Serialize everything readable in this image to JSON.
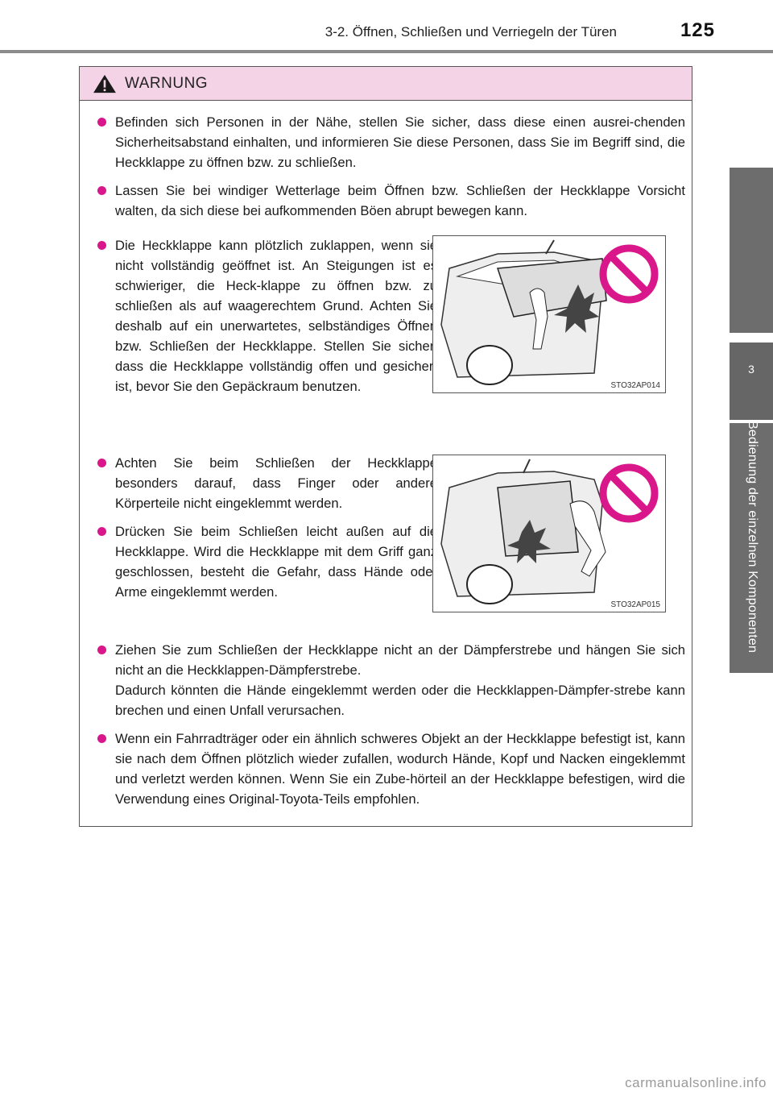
{
  "header": {
    "section_title": "3-2. Öffnen, Schließen und Verriegeln der Türen",
    "page_number": "125"
  },
  "side_tab": {
    "chapter_number": "3",
    "chapter_label": "Bedienung der einzelnen Komponenten"
  },
  "warning": {
    "title": "WARNUNG",
    "icon": "warning-triangle-icon",
    "accent_color": "#d9168a",
    "header_color": "#f5d3e6",
    "items": [
      {
        "text": "Befinden sich Personen in der Nähe, stellen Sie sicher, dass diese einen ausrei-chenden Sicherheitsabstand einhalten, und informieren Sie diese Personen, dass Sie im Begriff sind, die Heckklappe zu öffnen bzw. zu schließen."
      },
      {
        "text": "Lassen Sie bei windiger Wetterlage beim Öffnen bzw. Schließen der Heckklappe Vorsicht walten, da sich diese bei aufkommenden Böen abrupt bewegen kann."
      },
      {
        "text": "Die Heckklappe kann plötzlich zuklappen, wenn sie nicht vollständig geöffnet ist. An Steigungen ist es schwieriger, die Heck-klappe zu öffnen bzw. zu schließen als auf waagerechtem Grund. Achten Sie deshalb auf ein unerwartetes, selbständiges Öffnen bzw. Schließen der Heckklappe. Stellen Sie sicher, dass die Heckklappe vollständig offen und gesichert ist, bevor Sie den Gepäckraum benutzen."
      },
      {
        "text": "Achten Sie beim Schließen der Heckklappe besonders darauf, dass Finger oder andere Körperteile nicht eingeklemmt werden."
      },
      {
        "text": "Drücken Sie beim Schließen leicht außen auf die Heckklappe. Wird die Heckklappe mit dem Griff ganz geschlossen, besteht die Gefahr, dass Hände oder Arme eingeklemmt werden."
      },
      {
        "text": "Ziehen Sie zum Schließen der Heckklappe nicht an der Dämpferstrebe und hängen Sie sich nicht an die Heckklappen-Dämpferstrebe.",
        "text2": "Dadurch könnten die Hände eingeklemmt werden oder die Heckklappen-Dämpfer-strebe kann brechen und einen Unfall verursachen."
      },
      {
        "text": "Wenn ein Fahrradträger oder ein ähnlich schweres Objekt an der Heckklappe befestigt ist, kann sie nach dem Öffnen plötzlich wieder zufallen, wodurch Hände, Kopf und Nacken eingeklemmt und verletzt werden können. Wenn Sie ein Zube-hörteil an der Heckklappe befestigen, wird die Verwendung eines Original-Toyota-Teils empfohlen."
      }
    ],
    "figures": [
      {
        "caption": "STO32AP014",
        "icon": "no-entry-icon"
      },
      {
        "caption": "STO32AP015",
        "icon": "no-entry-icon"
      }
    ]
  },
  "footer": {
    "watermark": "carmanualsonline.info"
  }
}
